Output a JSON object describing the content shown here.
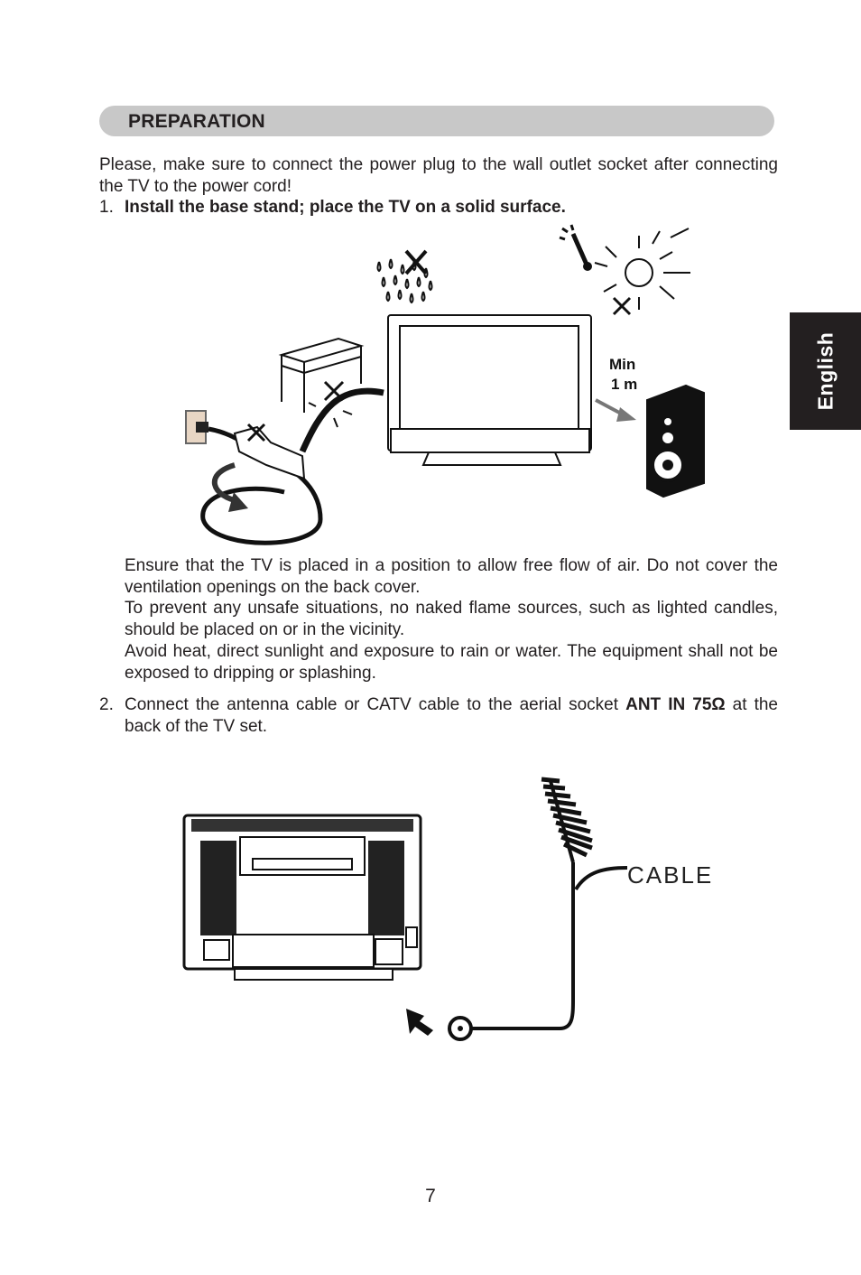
{
  "header": {
    "title": "PREPARATION"
  },
  "side_tab": {
    "label": "English"
  },
  "intro": "Please, make sure to connect the power plug to the wall outlet socket after connecting the TV to the power cord!",
  "steps": [
    {
      "number": "1.",
      "title": "Install the base stand; place the TV on a solid surface.",
      "paragraphs": [
        "Ensure that the TV is placed in a position to allow free flow of air. Do not cover the ventilation openings on the back cover.",
        "To prevent any unsafe situations, no naked flame sources, such as lighted candles, should be placed on or in the vicinity.",
        "Avoid heat, direct sunlight and exposure to rain or water. The equipment shall not be exposed to dripping or splashing."
      ]
    },
    {
      "number": "2.",
      "text_before": "Connect the antenna cable or CATV cable to the aerial socket ",
      "bold": "ANT IN 75Ω",
      "text_after": " at the back of the TV set."
    }
  ],
  "figure1": {
    "distance_label_1": "Min",
    "distance_label_2": "1 m"
  },
  "figure2": {
    "cable_label": "CABLE"
  },
  "page_number": "7"
}
